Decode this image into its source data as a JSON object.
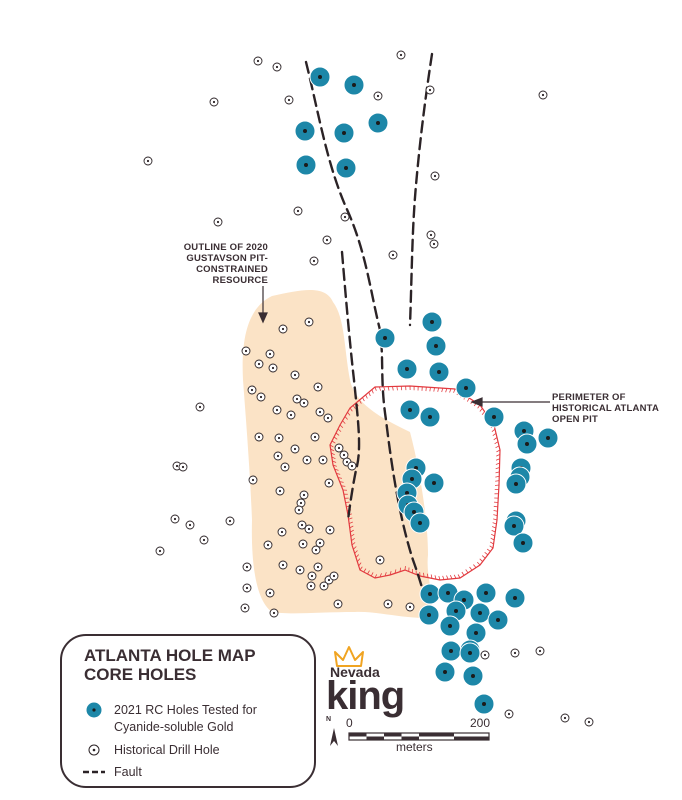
{
  "map": {
    "title": "ATLANTA HOLE MAP",
    "subtitle": "CORE HOLES",
    "resource_label": "OUTLINE OF 2020 GUSTAVSON PIT-CONSTRAINED RESOURCE",
    "pit_label": "PERIMETER OF HISTORICAL ATLANTA OPEN PIT",
    "north_label": "N",
    "colors": {
      "rc_hole": "#1d87a8",
      "resource_fill": "#fbe3c6",
      "pit_outline": "#e23a3f",
      "text": "#3a2e33",
      "crown": "#f0a422"
    }
  },
  "legend": {
    "rc_label_line1": "2021 RC Holes Tested for",
    "rc_label_line2": "Cyanide-soluble Gold",
    "historical_label": "Historical Drill Hole",
    "fault_label": "Fault"
  },
  "logo": {
    "line1": "Nevada",
    "line2": "king"
  },
  "scale": {
    "zero": "0",
    "max": "200",
    "units": "meters"
  }
}
